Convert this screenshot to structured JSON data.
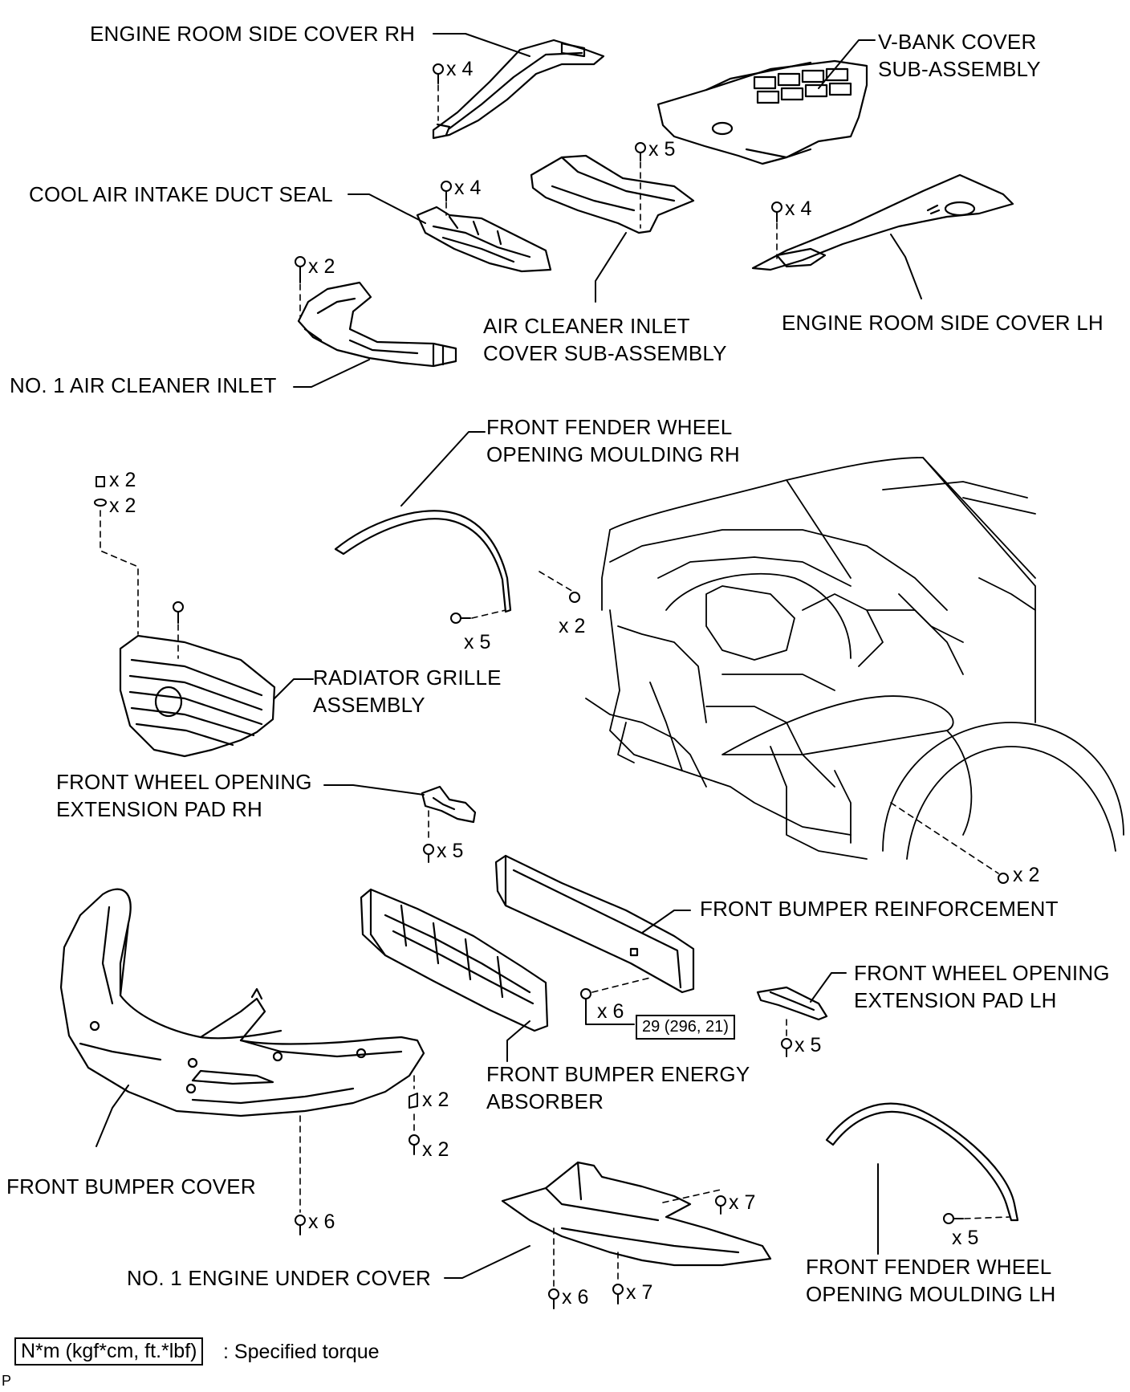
{
  "labels": {
    "engine_room_side_cover_rh": "ENGINE ROOM SIDE COVER RH",
    "v_bank_cover_1": "V-BANK COVER",
    "v_bank_cover_2": "SUB-ASSEMBLY",
    "cool_air_intake_duct_seal": "COOL AIR INTAKE DUCT SEAL",
    "air_cleaner_inlet_cover_1": "AIR CLEANER INLET",
    "air_cleaner_inlet_cover_2": "COVER SUB-ASSEMBLY",
    "engine_room_side_cover_lh": "ENGINE ROOM SIDE COVER LH",
    "no1_air_cleaner_inlet": "NO. 1 AIR CLEANER INLET",
    "front_fender_moulding_rh_1": "FRONT FENDER WHEEL",
    "front_fender_moulding_rh_2": "OPENING MOULDING RH",
    "radiator_grille_1": "RADIATOR GRILLE",
    "radiator_grille_2": "ASSEMBLY",
    "front_wheel_pad_rh_1": "FRONT WHEEL OPENING",
    "front_wheel_pad_rh_2": "EXTENSION PAD RH",
    "front_bumper_reinforcement": "FRONT BUMPER REINFORCEMENT",
    "front_wheel_pad_lh_1": "FRONT WHEEL OPENING",
    "front_wheel_pad_lh_2": "EXTENSION PAD LH",
    "front_bumper_energy_absorber_1": "FRONT BUMPER ENERGY",
    "front_bumper_energy_absorber_2": "ABSORBER",
    "front_bumper_cover": "FRONT BUMPER COVER",
    "no1_engine_under_cover": "NO. 1 ENGINE UNDER COVER",
    "front_fender_moulding_lh_1": "FRONT FENDER WHEEL",
    "front_fender_moulding_lh_2": "OPENING MOULDING LH"
  },
  "quantities": {
    "side_cover_rh": "x 4",
    "v_bank": "x 5",
    "duct_seal": "x 4",
    "side_cover_lh": "x 4",
    "air_inlet": "x 2",
    "grille_clip": "x 2",
    "grille_nut": "x 2",
    "moulding_rh": "x 5",
    "vehicle_left": "x 2",
    "pad_rh": "x 5",
    "vehicle_right": "x 2",
    "reinforcement": "x 6",
    "pad_lh": "x 5",
    "bumper_side_a": "x 2",
    "bumper_side_b": "x 2",
    "bumper_bottom": "x 6",
    "under_cover_right": "x 7",
    "moulding_lh": "x 5",
    "under_cover_bottom_a": "x 6",
    "under_cover_bottom_b": "x 7"
  },
  "torque": "29 (296, 21)",
  "legend": {
    "box": "N*m (kgf*cm, ft.*lbf)",
    "text": ": Specified torque"
  },
  "footer_code": "P"
}
